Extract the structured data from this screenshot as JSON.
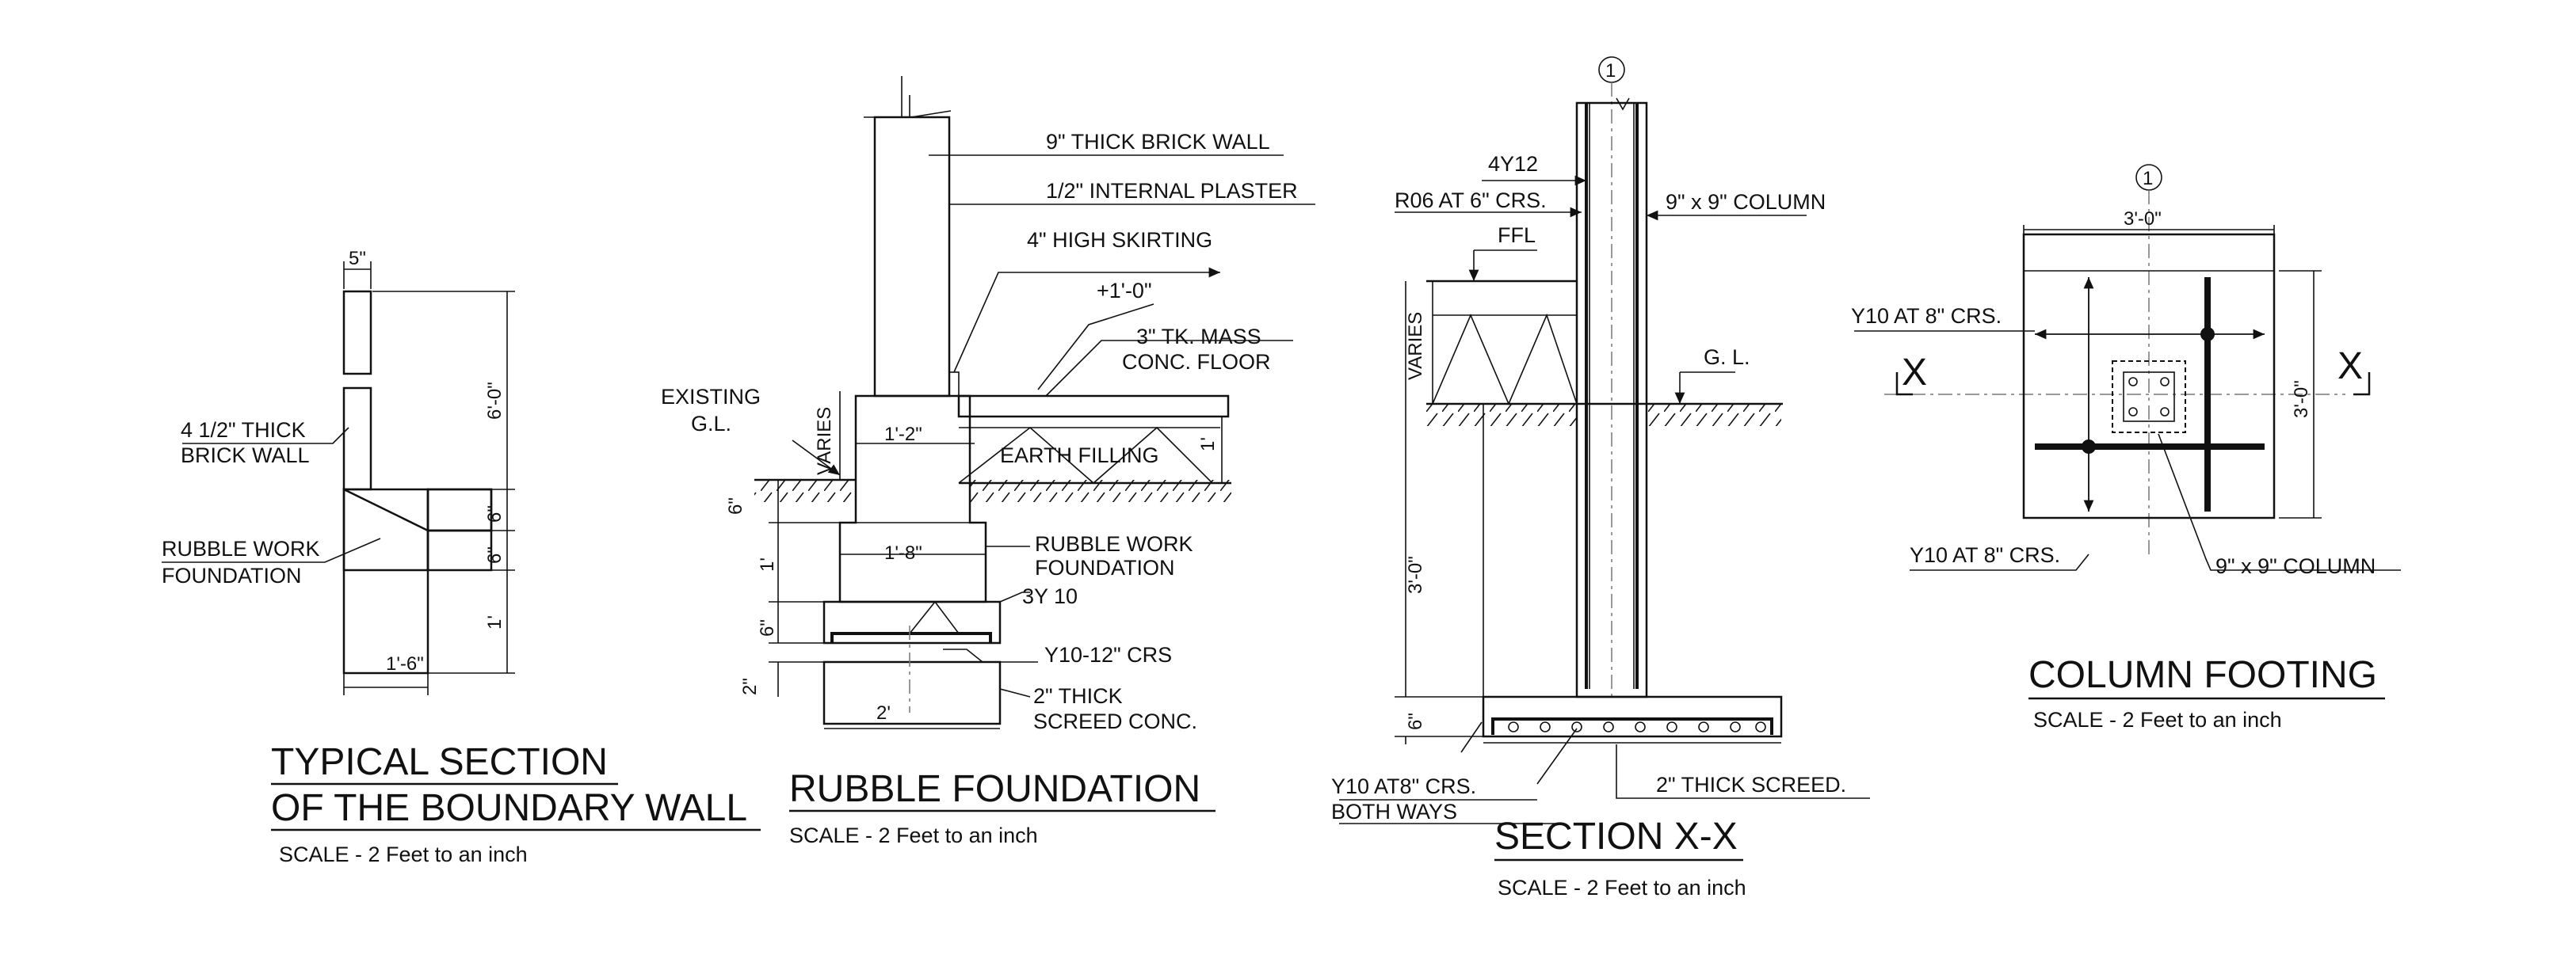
{
  "wall_section": {
    "dims": {
      "thickness": "5\"",
      "height": "6'-0\"",
      "step1": "6\"",
      "step2": "6\"",
      "depth": "1'",
      "width": "1'-6\""
    },
    "labels": {
      "wall": [
        "4 1/2\" THICK",
        "BRICK WALL"
      ],
      "foundation": [
        "RUBBLE WORK",
        "FOUNDATION"
      ]
    },
    "title": [
      "TYPICAL SECTION",
      "OF THE BOUNDARY WALL"
    ],
    "scale": "SCALE - 2 Feet to an inch"
  },
  "rubble_foundation": {
    "labels": {
      "brick_wall": "9\" THICK BRICK WALL",
      "plaster": "1/2\" INTERNAL PLASTER",
      "skirting": "4\" HIGH SKIRTING",
      "level": "+1'-0\"",
      "floor": [
        "3\" TK. MASS",
        "CONC. FLOOR"
      ],
      "existing_gl": [
        "EXISTING",
        "G.L."
      ],
      "varies": "VARIES",
      "earth": "EARTH FILLING",
      "rubble": [
        "RUBBLE WORK",
        "FOUNDATION"
      ],
      "bars": "3Y 10",
      "stirrups": "Y10-12\" CRS",
      "screed": [
        "2\" THICK",
        "SCREED CONC."
      ]
    },
    "dims": {
      "top_width": "1'-2\"",
      "mid_width": "1'-8\"",
      "base_width": "2'",
      "floor_rise": "1'",
      "d1": "6\"",
      "d2": "1'",
      "d3": "6\"",
      "d4": "2\""
    },
    "title": "RUBBLE FOUNDATION",
    "scale": "SCALE - 2 Feet to an inch"
  },
  "section_xx": {
    "grid_ref": "1",
    "labels": {
      "main_bars": "4Y12",
      "ties": "R06 AT 6\" CRS.",
      "column": "9\" x 9\"  COLUMN",
      "ffl": "FFL",
      "gl": "G. L.",
      "varies": "VARIES",
      "bottom_bars": [
        "Y10 AT8\" CRS.",
        "BOTH WAYS"
      ],
      "screed": "2\" THICK SCREED."
    },
    "dims": {
      "depth": "3'-0\"",
      "slab": "6\""
    },
    "title": "SECTION X-X",
    "scale": "SCALE - 2 Feet to an inch"
  },
  "column_footing": {
    "grid_ref": "1",
    "section_mark": "X",
    "dims": {
      "width": "3'-0\"",
      "height": "3'-0\""
    },
    "labels": {
      "bars_top": "Y10  AT 8\"  CRS.",
      "bars_bottom": "Y10 AT 8\" CRS.",
      "column": "9\" x 9\"  COLUMN"
    },
    "title": "COLUMN FOOTING",
    "scale": "SCALE - 2 Feet to an inch"
  }
}
